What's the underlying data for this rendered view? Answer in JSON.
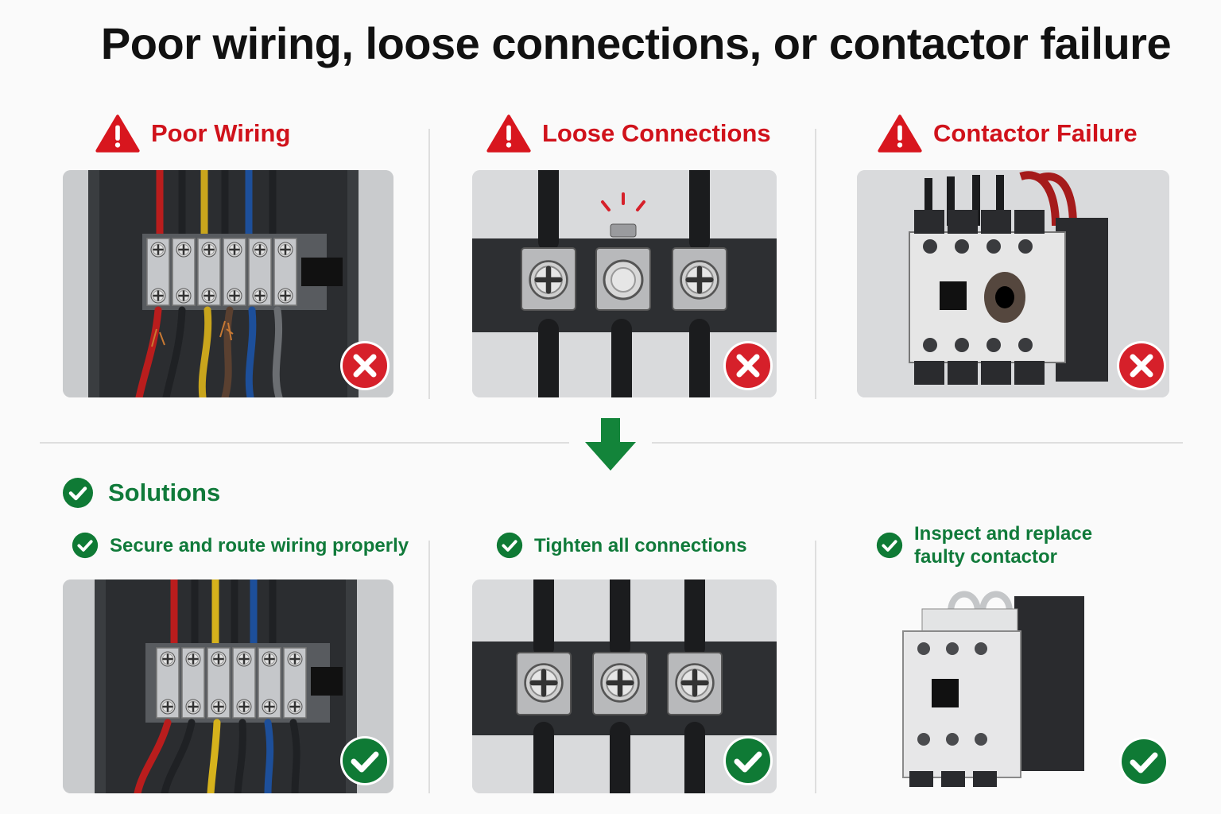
{
  "title": "Poor wiring, loose connections, or contactor failure",
  "problems": [
    {
      "label": "Poor Wiring",
      "icon": "warning-icon"
    },
    {
      "label": "Loose Connections",
      "icon": "warning-icon"
    },
    {
      "label": "Contactor Failure",
      "icon": "warning-icon"
    }
  ],
  "solutions": {
    "heading": "Solutions",
    "items": [
      {
        "label": "Secure and route wiring properly",
        "icon": "check-circle-icon"
      },
      {
        "label": "Tighten all connections",
        "icon": "check-circle-icon"
      },
      {
        "label": "Inspect and replace\nfaulty contactor",
        "icon": "check-circle-icon"
      }
    ]
  },
  "colors": {
    "problem_red": "#d0121b",
    "solution_green": "#107a3a",
    "badge_green": "#0f7a35",
    "badge_red": "#d6202a"
  }
}
